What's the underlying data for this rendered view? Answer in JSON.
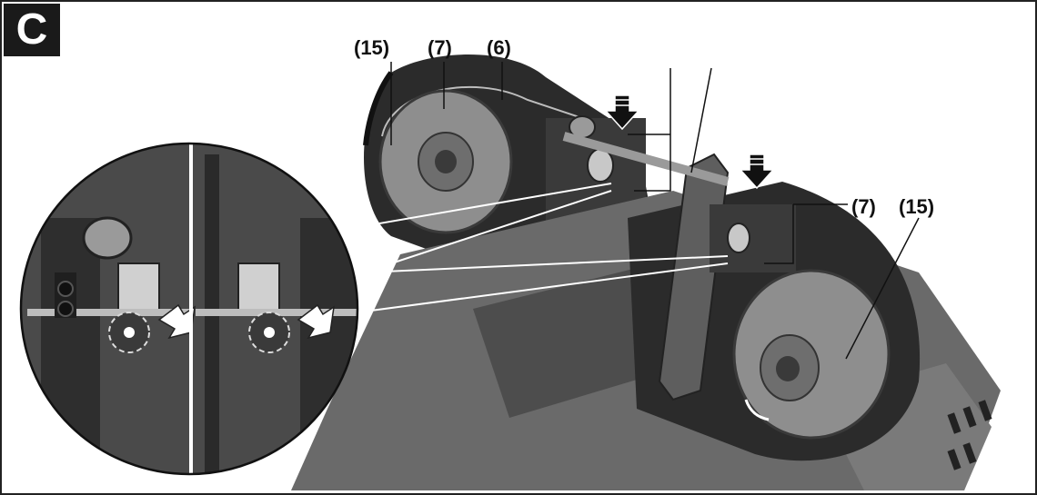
{
  "figure": {
    "panel_letter": "C",
    "callouts_top": [
      "(15)",
      "(7)",
      "(6)"
    ],
    "callouts_right": [
      "(7)",
      "(15)"
    ]
  },
  "colors": {
    "housing_dark": "#2b2b2b",
    "housing_mid": "#5a5a5a",
    "wheel_grey": "#8e8e8e",
    "badge_bg": "#1a1a1a"
  }
}
